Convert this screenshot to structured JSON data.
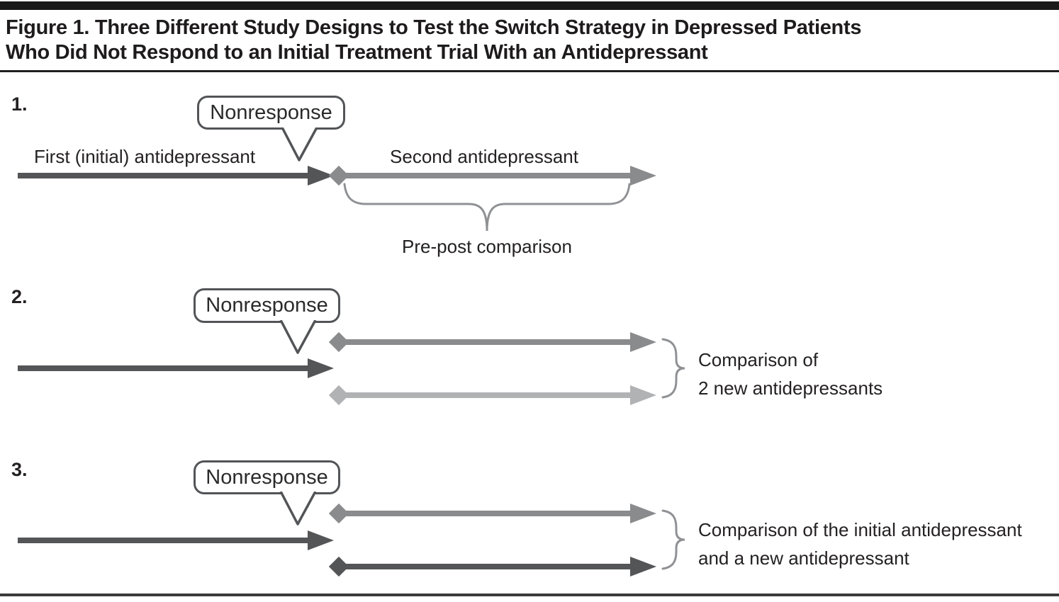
{
  "title": {
    "line1": "Figure 1. Three Different Study Designs to Test the Switch Strategy in Depressed Patients",
    "line2": "Who Did Not Respond to an Initial Treatment Trial With an Antidepressant"
  },
  "colors": {
    "dark_arrow": "#545557",
    "medium_arrow": "#8a8b8d",
    "light_arrow": "#b1b2b4",
    "brace": "#8f9194",
    "callout_border": "#525457",
    "text": "#242122"
  },
  "designs": [
    {
      "number": "1.",
      "callout": "Nonresponse",
      "first_arrow_label": "First (initial) antidepressant",
      "second_arrow_label": "Second antidepressant",
      "comparison_label": "Pre-post comparison"
    },
    {
      "number": "2.",
      "callout": "Nonresponse",
      "comparison_line1": "Comparison of",
      "comparison_line2": "2 new antidepressants"
    },
    {
      "number": "3.",
      "callout": "Nonresponse",
      "comparison_line1": "Comparison of the initial antidepressant",
      "comparison_line2": "and a new antidepressant"
    }
  ]
}
